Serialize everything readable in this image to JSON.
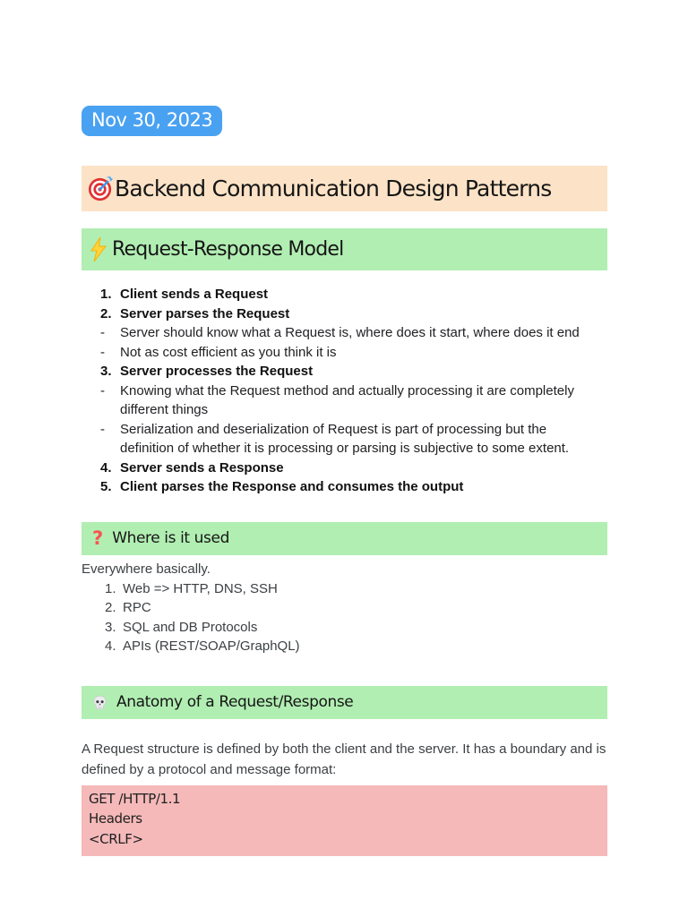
{
  "date_badge": {
    "label": "Nov 30, 2023",
    "color": "#49a1f1"
  },
  "title_banner": {
    "icon": "target-icon",
    "text": "Backend Communication Design Patterns",
    "background": "#fce3c7"
  },
  "request_response_banner": {
    "icon": "lightning-icon",
    "text": "Request-Response Model",
    "background": "#b1eeb2"
  },
  "steps": [
    {
      "marker": "1.",
      "text": "Client sends a Request",
      "bold": true
    },
    {
      "marker": "2.",
      "text": "Server parses the Request",
      "bold": true
    },
    {
      "marker": "-",
      "text": "Server should know what a Request is, where does it start, where does it end",
      "bold": false
    },
    {
      "marker": "-",
      "text": "Not as cost efficient as you think it is",
      "bold": false
    },
    {
      "marker": "3.",
      "text": "Server processes the Request",
      "bold": true
    },
    {
      "marker": "-",
      "text": "Knowing what the Request method and actually processing it are completely different things",
      "bold": false
    },
    {
      "marker": "-",
      "text": "Serialization and deserialization of Request is part of processing but the definition of whether it is processing or parsing is subjective to some extent.",
      "bold": false
    },
    {
      "marker": "4.",
      "text": "Server sends a Response",
      "bold": true
    },
    {
      "marker": "5.",
      "text": "Client parses the Response and consumes the output",
      "bold": true
    }
  ],
  "where_used": {
    "banner": {
      "icon": "question-icon",
      "text": "Where is it used",
      "background": "#b1eeb2"
    },
    "intro": "Everywhere basically.",
    "items": [
      {
        "marker": "1.",
        "text": "Web => HTTP, DNS, SSH"
      },
      {
        "marker": "2.",
        "text": "RPC"
      },
      {
        "marker": "3.",
        "text": "SQL and DB Protocols"
      },
      {
        "marker": "4.",
        "text": "APIs (REST/SOAP/GraphQL)"
      }
    ]
  },
  "anatomy": {
    "banner": {
      "icon": "skull-icon",
      "text": "Anatomy of a Request/Response",
      "background": "#b1eeb2"
    },
    "paragraph": "A Request structure is defined by both the client and the server. It has a boundary and is defined by a protocol and message format:",
    "code": {
      "background": "#f5b9b9",
      "lines": [
        "GET /HTTP/1.1",
        "Headers",
        "<CRLF>"
      ]
    }
  },
  "colors": {
    "badge_blue": "#49a1f1",
    "banner_peach": "#fce3c7",
    "banner_green": "#b1eeb2",
    "code_pink": "#f5b9b9",
    "question_red": "#fa5252"
  }
}
